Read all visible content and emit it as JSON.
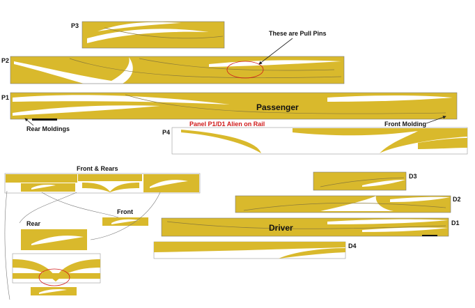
{
  "colors": {
    "panel": "#d9b92c",
    "graphic": "#ffffff",
    "pinstripe": "#8a7a3a",
    "annotation": "#d01a1a",
    "text": "#111111"
  },
  "labels": {
    "p3": "P3",
    "p2": "P2",
    "p1": "P1",
    "p4": "P4",
    "d1": "D1",
    "d2": "D2",
    "d3": "D3",
    "d4": "D4",
    "pull_pins": "These are Pull Pins",
    "passenger": "Passenger",
    "driver": "Driver",
    "rear_moldings": "Rear Moldings",
    "front_molding": "Front Molding",
    "alien_note": "Panel P1/D1 Alien on Rail",
    "front_rears": "Front & Rears",
    "front": "Front",
    "rear": "Rear"
  }
}
